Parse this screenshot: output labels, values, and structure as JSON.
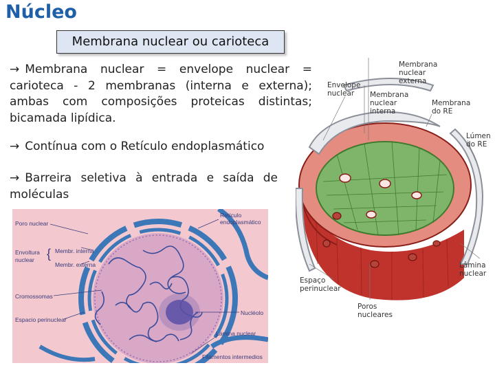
{
  "title": "Núcleo",
  "subtitle": "Membrana nuclear ou carioteca",
  "arrow_glyph": "→",
  "bullets": [
    "Membrana nuclear = envelope nuclear = carioteca - 2 membranas (interna e externa); ambas com composições proteicas distintas; bicamada lipídica.",
    "Contínua com o Retículo endoplasmático",
    "Barreira seletiva à entrada e saída de moléculas"
  ],
  "micrograph_labels": {
    "poro_nuclear": "Poro nuclear",
    "reticulo": "Retículo endoplasmático",
    "envoltura": "Envoltura nuclear",
    "membr_interna": "Membr. interna",
    "membr_externa": "Membr. externa",
    "cromossomas": "Cromossomas",
    "espaco_perinuclear": "Espacio perinuclear",
    "nucleolo": "Nucléolo",
    "lamina_nuclear": "Lámina nuclear",
    "filamentos": "Filamentos intermedios"
  },
  "diagram_labels": {
    "membrana_externa": "Membrana nuclear externa",
    "envelope": "Envelope nuclear",
    "membrana_interna": "Membrana nuclear interna",
    "membrana_re": "Membrana do RE",
    "lumen_re": "Lúmen do RE",
    "lamina": "Lâmina nuclear",
    "espaco": "Espaço perinuclear",
    "poros": "Poros nucleares"
  },
  "colors": {
    "title": "#1f5fa8",
    "subtitle_bg": "#dde6f2",
    "micro_bg": "#f3c9cf",
    "nucleus": "#d8a8c6",
    "envelope_blue": "#3c78b8",
    "red_membrane": "#c0322c",
    "green_lamina": "#4e9a3c"
  }
}
